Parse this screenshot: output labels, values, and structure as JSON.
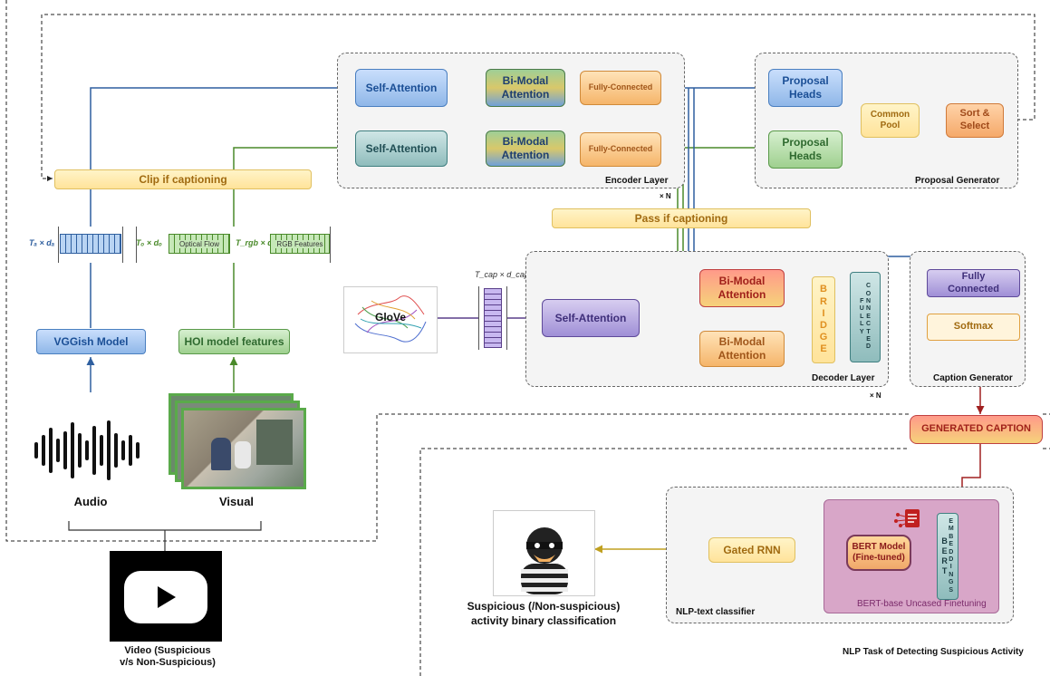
{
  "encoder": {
    "self_attention_1": "Self-Attention",
    "self_attention_2": "Self-Attention",
    "bimodal_1": [
      "Bi-Modal",
      "Attention"
    ],
    "bimodal_2": [
      "Bi-Modal",
      "Attention"
    ],
    "fc_1": "Fully-Connected",
    "fc_2": "Fully-Connected",
    "label": "Encoder Layer",
    "repeat": "× N"
  },
  "proposal": {
    "heads_1": [
      "Proposal",
      "Heads"
    ],
    "heads_2": [
      "Proposal",
      "Heads"
    ],
    "common_pool": [
      "Common",
      "Pool"
    ],
    "sort_select": [
      "Sort &",
      "Select"
    ],
    "label": "Proposal Generator"
  },
  "clip_if_captioning": "Clip if captioning",
  "pass_if_captioning": "Pass if captioning",
  "features": {
    "audio_dim": "Tₐ × dₐ",
    "visual_dim": "Tₒ × dₒ",
    "optical_flow": "Optical Flow",
    "rgb_dim": "T_rgb × d_rgb",
    "rgb_features": "RGB Features",
    "cap_dim": "T_cap × d_cap"
  },
  "vggish": "VGGish Model",
  "hoi": "HOI model features",
  "audio_label": "Audio",
  "visual_label": "Visual",
  "video_label": [
    "Video (Suspicious",
    "v/s Non-Suspicious)"
  ],
  "glove": "GloVe",
  "decoder": {
    "self_attention": "Self-Attention",
    "bimodal_1": [
      "Bi-Modal",
      "Attention"
    ],
    "bimodal_2": [
      "Bi-Modal",
      "Attention"
    ],
    "bridge": "BRIDGE",
    "fully_connected": [
      "FULLY",
      "CONNECTED"
    ],
    "label": "Decoder Layer",
    "repeat": "× N"
  },
  "caption": {
    "fully_connected": [
      "Fully",
      "Connected"
    ],
    "softmax": "Softmax",
    "label": "Caption Generator",
    "generated": "GENERATED CAPTION"
  },
  "nlp": {
    "bert_model": [
      "BERT Model",
      "(Fine-tuned)"
    ],
    "bert_embeddings": [
      "BERT",
      "EMBEDDINGS"
    ],
    "bert_label": "BERT-base Uncased Finetuning",
    "gated_rnn": "Gated RNN",
    "classifier_label": "NLP-text classifier",
    "task_label": "NLP Task of Detecting Suspicious Activity",
    "result": [
      "Suspicious (/Non-suspicious)",
      "activity binary classification"
    ]
  },
  "colors": {
    "audio_path": "#2f5f9f",
    "visual_path": "#4a8a2a",
    "text_path": "#5a3f8a",
    "caption_path": "#a02020",
    "rnn_out": "#c0a020"
  }
}
